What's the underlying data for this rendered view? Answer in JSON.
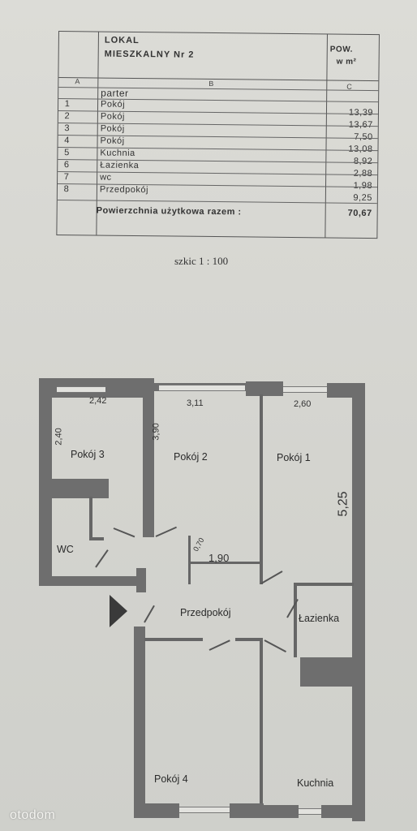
{
  "table": {
    "header_title_line1": "LOKAL",
    "header_title_line2": "MIESZKALNY  Nr 2",
    "header_area_line1": "POW.",
    "header_area_line2": "w m²",
    "col_a": "A",
    "col_b": "B",
    "col_c": "C",
    "section": "parter",
    "rows": [
      {
        "no": "1",
        "name": "Pokój",
        "area": "13,39"
      },
      {
        "no": "2",
        "name": "Pokój",
        "area": "13,67"
      },
      {
        "no": "3",
        "name": "Pokój",
        "area": "7,50"
      },
      {
        "no": "4",
        "name": "Pokój",
        "area": "13,08"
      },
      {
        "no": "5",
        "name": "Kuchnia",
        "area": "8,92"
      },
      {
        "no": "6",
        "name": "Łazienka",
        "area": "2,88"
      },
      {
        "no": "7",
        "name": "wc",
        "area": "1,98"
      },
      {
        "no": "8",
        "name": "Przedpokój",
        "area": "9,25"
      }
    ],
    "total_label": "Powierzchnia użytkowa razem :",
    "total_value": "70,67"
  },
  "scale_label": "szkic 1 : 100",
  "plan": {
    "rooms": {
      "pokoj3": "Pokój 3",
      "pokoj2": "Pokój 2",
      "pokoj1": "Pokój 1",
      "wc": "WC",
      "przedpokoj": "Przedpokój",
      "lazienka": "Łazienka",
      "pokoj4": "Pokój 4",
      "kuchnia": "Kuchnia"
    },
    "dimensions": {
      "d1": "2,42",
      "d2": "3,11",
      "d3": "2,60",
      "d4": "2,40",
      "d5": "3,90",
      "d6": "5,25",
      "d7": "1,90",
      "d8": "0,70"
    }
  },
  "watermark": "otodom"
}
